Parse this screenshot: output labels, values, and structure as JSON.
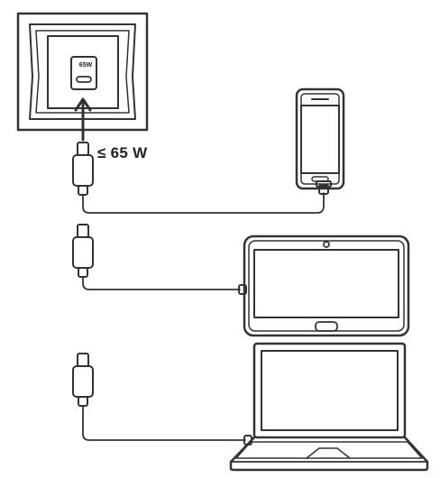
{
  "socket": {
    "rating_label": "65W"
  },
  "power_limit": {
    "label": "≤ 65 W"
  },
  "devices": {
    "phone": "smartphone",
    "tablet": "tablet",
    "laptop": "laptop"
  },
  "icons": [
    "wall-socket-icon",
    "usb-c-plug-icon",
    "arrow-up-icon",
    "smartphone-icon",
    "tablet-icon",
    "laptop-icon"
  ],
  "colors": {
    "stroke": "#333333",
    "fill": "#ffffff",
    "screen": "#ffffff"
  }
}
